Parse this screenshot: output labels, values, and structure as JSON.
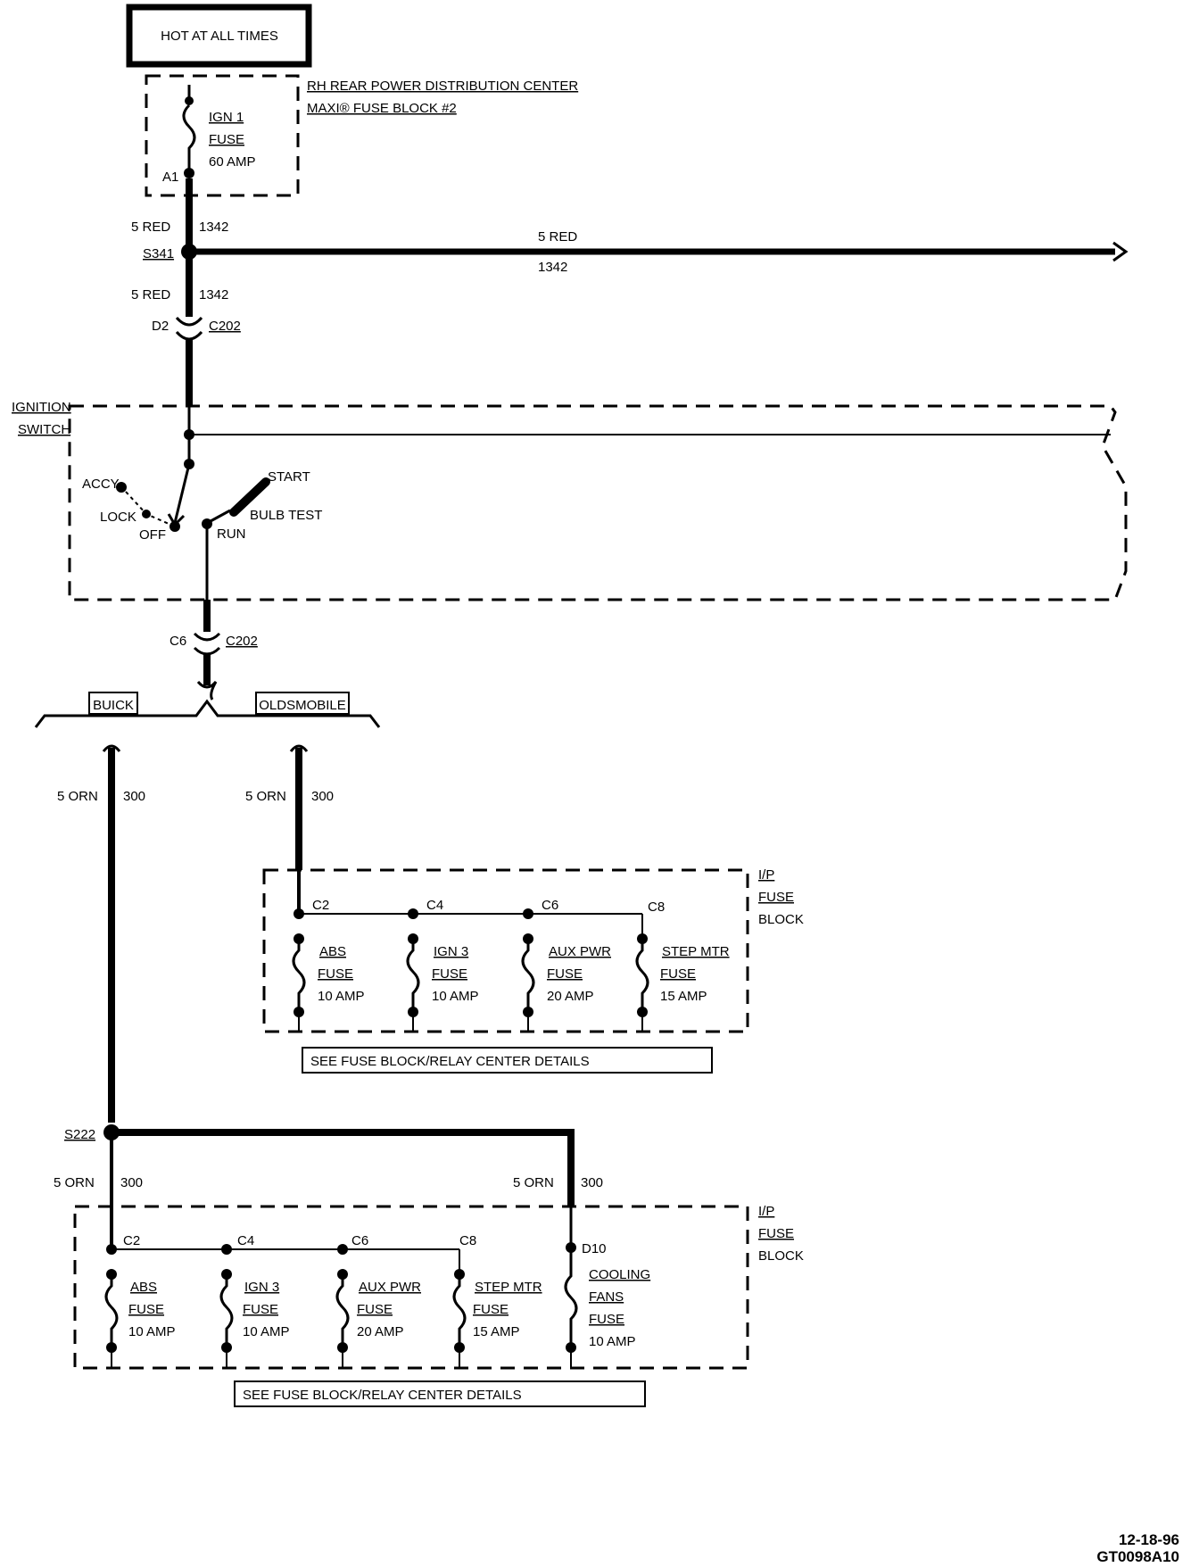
{
  "header": {
    "hot_label": "HOT AT ALL TIMES"
  },
  "rh_rear_pdc": {
    "title": "RH REAR POWER DISTRIBUTION CENTER",
    "subtitle": "MAXI® FUSE BLOCK #2",
    "fuse_name": "IGN 1",
    "fuse_word": "FUSE",
    "fuse_rating": "60 AMP",
    "terminal": "A1"
  },
  "wires": {
    "w_top": {
      "gauge": "5 RED",
      "circuit": "1342"
    },
    "w_branch": {
      "gauge": "5 RED",
      "circuit": "1342"
    },
    "w_mid": {
      "gauge": "5 RED",
      "circuit": "1342"
    },
    "buick": {
      "gauge": "5 ORN",
      "circuit": "300"
    },
    "olds": {
      "gauge": "5 ORN",
      "circuit": "300"
    },
    "buick_lower": {
      "gauge": "5 ORN",
      "circuit": "300"
    },
    "buick_right": {
      "gauge": "5 ORN",
      "circuit": "300"
    }
  },
  "splices": {
    "s341": "S341",
    "s222": "S222"
  },
  "connectors": {
    "top": {
      "pin": "D2",
      "name": "C202"
    },
    "bottom": {
      "pin": "C6",
      "name": "C202"
    }
  },
  "ignition_switch": {
    "label_line1": "IGNITION",
    "label_line2": "SWITCH",
    "positions": {
      "accy": "ACCY",
      "lock": "LOCK",
      "off": "OFF",
      "run": "RUN",
      "start": "START",
      "bulb_test": "BULB TEST"
    }
  },
  "variants": {
    "buick": "BUICK",
    "olds": "OLDSMOBILE"
  },
  "ip_block_label": [
    "I/P",
    "FUSE",
    "BLOCK"
  ],
  "olds_block": {
    "fuses": [
      {
        "terminal": "C2",
        "name": "ABS",
        "word": "FUSE",
        "rating": "10 AMP"
      },
      {
        "terminal": "C4",
        "name": "IGN 3",
        "word": "FUSE",
        "rating": "10 AMP"
      },
      {
        "terminal": "C6",
        "name": "AUX PWR",
        "word": "FUSE",
        "rating": "20 AMP"
      },
      {
        "terminal": "C8",
        "name": "STEP MTR",
        "word": "FUSE",
        "rating": "15 AMP"
      }
    ],
    "note": "SEE FUSE BLOCK/RELAY CENTER DETAILS"
  },
  "buick_block": {
    "fuses": [
      {
        "terminal": "C2",
        "name": "ABS",
        "word": "FUSE",
        "rating": "10 AMP"
      },
      {
        "terminal": "C4",
        "name": "IGN 3",
        "word": "FUSE",
        "rating": "10 AMP"
      },
      {
        "terminal": "C6",
        "name": "AUX PWR",
        "word": "FUSE",
        "rating": "20 AMP"
      },
      {
        "terminal": "C8",
        "name": "STEP MTR",
        "word": "FUSE",
        "rating": "15 AMP"
      }
    ],
    "cooling": {
      "terminal": "D10",
      "name1": "COOLING",
      "name2": "FANS",
      "word": "FUSE",
      "rating": "10 AMP"
    },
    "note": "SEE FUSE BLOCK/RELAY CENTER DETAILS"
  },
  "footer": {
    "date": "12-18-96",
    "code": "GT0098A10"
  }
}
